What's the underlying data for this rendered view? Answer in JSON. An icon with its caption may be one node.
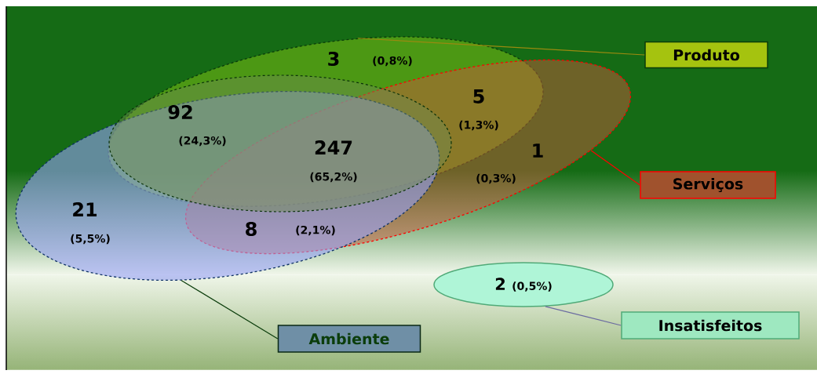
{
  "diagram": {
    "nodes": [
      {
        "text": [],
        "shape": "ellipse"
      },
      {
        "text": [],
        "shape": "ellipse"
      },
      {
        "text": [],
        "shape": "ellipse"
      },
      {
        "text": [
          "Produto"
        ]
      },
      {
        "text": [
          "Serviços"
        ]
      },
      {
        "text": [
          "Ambiente"
        ]
      },
      {
        "text": [
          "2",
          "(0,5%)"
        ]
      },
      {
        "text": [
          "Insatisfeitos"
        ]
      }
    ],
    "edges": [
      {
        "from": 3,
        "to": 0,
        "arrow": "none",
        "color": "#9a8a10"
      },
      {
        "from": 4,
        "to": 1,
        "arrow": "none",
        "color": "#ff0000"
      },
      {
        "from": 5,
        "to": 2,
        "arrow": "none",
        "color": "#0b3d0b"
      },
      {
        "from": 7,
        "to": 6,
        "arrow": "none",
        "color": "#6a6aa0"
      }
    ],
    "labels": [
      "3",
      "(0,8%)",
      "92",
      "(24,3%)",
      "5",
      "(1,3%)",
      "247",
      "(65,2%)",
      "1",
      "(0,3%)",
      "21",
      "(5,5%)",
      "8",
      "(2,1%)"
    ]
  }
}
